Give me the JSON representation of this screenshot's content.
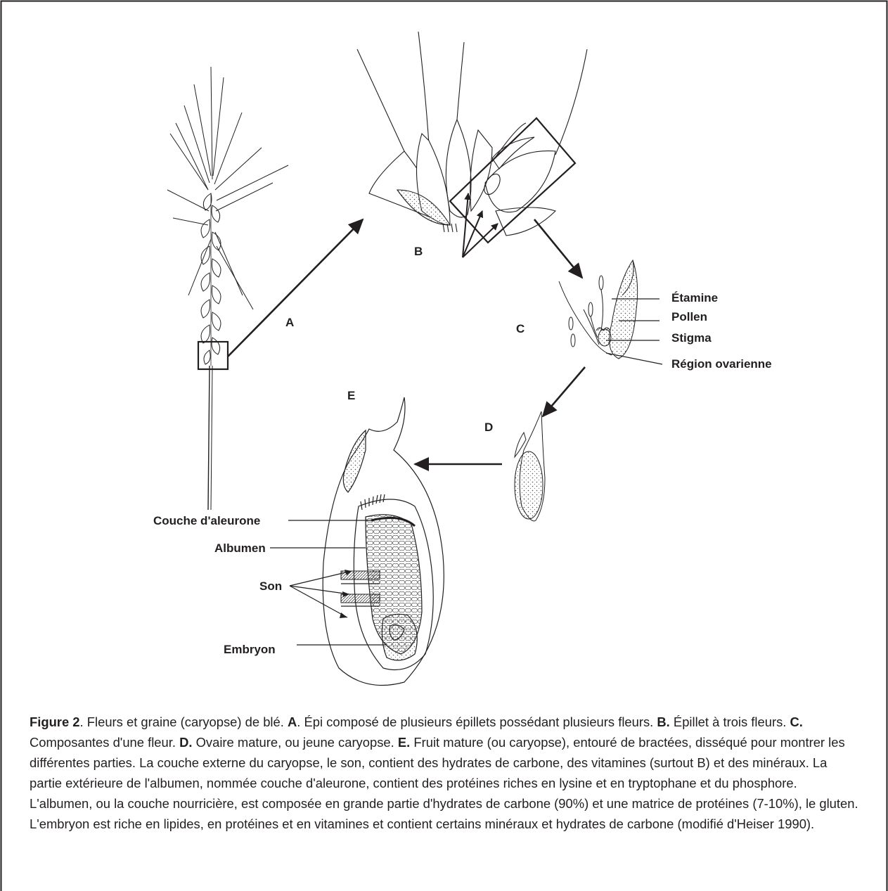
{
  "labels": {
    "A": "A",
    "B": "B",
    "C": "C",
    "D": "D",
    "E": "E"
  },
  "flower_parts": {
    "stamen": "Étamine",
    "pollen": "Pollen",
    "stigma": "Stigma",
    "ovary": "Région ovarienne"
  },
  "grain_parts": {
    "aleurone": "Couche d'aleurone",
    "albumen": "Albumen",
    "bran": "Son",
    "embryo": "Embryon"
  },
  "caption": {
    "fig_label": "Figure 2",
    "intro": ". Fleurs et graine (caryopse) de blé. ",
    "a_key": "A",
    "a_text": ". Épi composé de plusieurs épillets possédant plusieurs fleurs. ",
    "b_key": "B.",
    "b_text": " Épillet à trois fleurs. ",
    "c_key": "C.",
    "c_text": " Composantes d'une fleur. ",
    "d_key": "D.",
    "d_text": " Ovaire mature, ou jeune caryopse. ",
    "e_key": "E.",
    "e_text": " Fruit mature (ou caryopse), entouré de bractées, disséqué pour montrer les différentes parties. La couche externe du caryopse, le son, contient des hydrates de carbone, des vitamines (surtout B) et des minéraux. La partie extérieure de l'albumen, nommée couche d'aleurone, contient des protéines riches en lysine et en tryptophane et du phosphore. L'albumen, ou la couche nourricière, est composée en grande partie d'hydrates de carbone (90%) et une matrice de protéines (7-10%), le gluten. L'embryon est riche en lipides, en protéines et en vitamines et contient certains minéraux et hydrates de carbone (modifié d'Heiser 1990)."
  }
}
